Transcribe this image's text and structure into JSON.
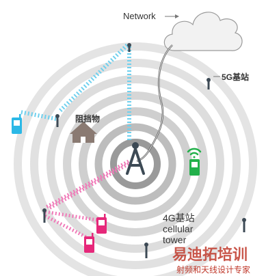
{
  "labels": {
    "network": "Network",
    "tower_5g": "5G基站",
    "obstacle": "阻挡物",
    "tower_4g": "4G基站",
    "cellular": "cellular",
    "tower": "tower"
  },
  "watermark": {
    "brand": "易迪拓培训",
    "slogan": "射频和天线设计专家"
  },
  "colors": {
    "rings": "#d9d9d9",
    "inner_ring": "#9a9a9a",
    "phone_blue": "#2bb8e6",
    "phone_green": "#22b04a",
    "phone_pink": "#e6287a",
    "wave_cyan": "#6fd0ee",
    "wave_pink": "#f07ab8",
    "tower": "#3d4a55",
    "house": "#8a7a72",
    "watermark_red": "#c0392b"
  },
  "icons": [
    "cloud-icon",
    "tower-icon",
    "phone-icon",
    "house-icon",
    "antenna-icon",
    "wifi-signal-icon"
  ]
}
